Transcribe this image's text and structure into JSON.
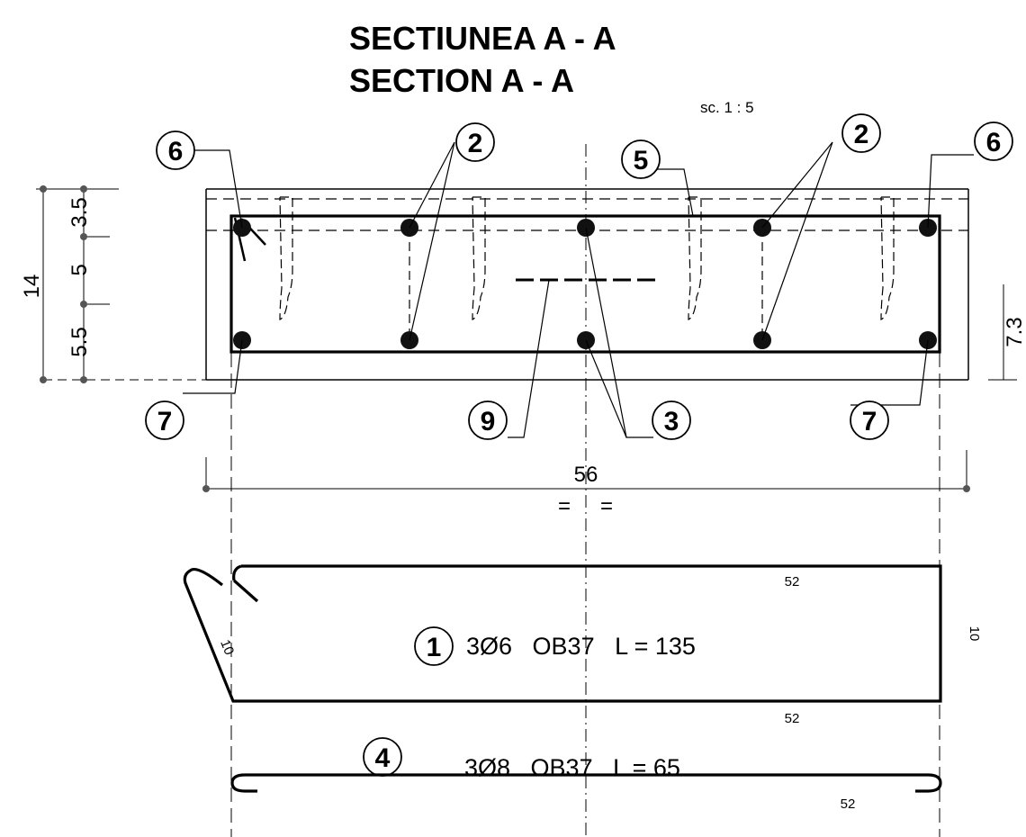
{
  "title": {
    "line1": "SECTIUNEA  A - A",
    "line2": "SECTION  A - A",
    "scale": "sc. 1 : 5"
  },
  "section": {
    "left_dims": {
      "total": "14",
      "top": "3.5",
      "middle": "5",
      "bottom": "5.5"
    },
    "right_dim": "7.3",
    "width_dim": "56",
    "symmetry": {
      "left": "=",
      "right": "="
    }
  },
  "marks": {
    "m6_left": "6",
    "m2_left": "2",
    "m5": "5",
    "m2_right": "2",
    "m6_right": "6",
    "m7_left": "7",
    "m9": "9",
    "m3": "3",
    "m7_right": "7"
  },
  "bar1": {
    "mark": "1",
    "spec": "3Ø6   OB37   L = 135",
    "top_len": "52",
    "bottom_len": "52",
    "right_len": "10",
    "slant_len": "10"
  },
  "bar4": {
    "mark": "4",
    "spec": "3Ø8   OB37   L = 65",
    "len": "52"
  }
}
